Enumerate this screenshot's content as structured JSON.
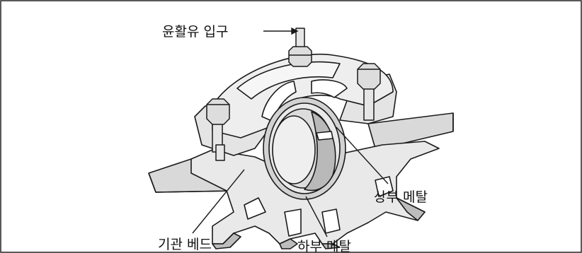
{
  "diagram": {
    "labels": {
      "oil_inlet": "윤활유 입구",
      "upper_metal": "상부 메탈",
      "engine_bed": "기관 베드",
      "lower_metal": "하부 메탈"
    },
    "colors": {
      "stroke": "#1a1a1a",
      "body_light": "#ededed",
      "body_mid": "#d6d6d6",
      "body_dark": "#bdbdbd",
      "shaft_inner": "#dcdcdc"
    }
  }
}
